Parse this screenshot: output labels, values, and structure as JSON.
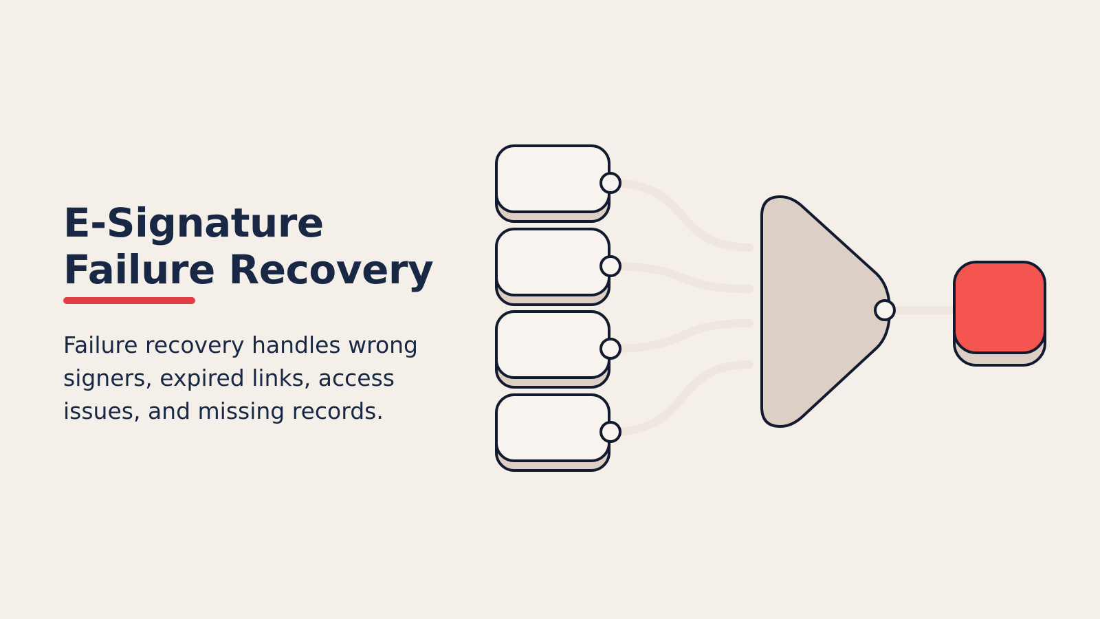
{
  "slide": {
    "title": "E-Signature Failure Recovery",
    "description": "Failure recovery handles wrong signers, expired links, access issues, and missing records."
  },
  "diagram": {
    "input_nodes": [
      {
        "id": "input-1"
      },
      {
        "id": "input-2"
      },
      {
        "id": "input-3"
      },
      {
        "id": "input-4"
      }
    ],
    "merge_node": {
      "shape": "triangle"
    },
    "output_node": {
      "shape": "rounded-square"
    }
  },
  "colors": {
    "background": "#f4f0e9",
    "text": "#172744",
    "accent": "#e23d45",
    "outline": "#111a2e",
    "input_fill": "#f8f3ef",
    "input_shadow": "#decfc5",
    "merge_fill": "#dccfc5",
    "output_fill": "#f4554f",
    "connector": "#efe6de"
  }
}
